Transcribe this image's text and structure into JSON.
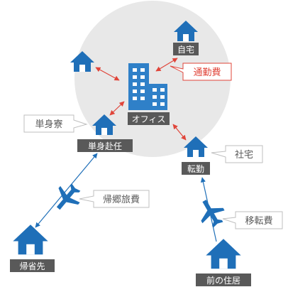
{
  "colors": {
    "house": "#1f6fb8",
    "building": "#2f80c8",
    "circle": "#e8e8e8",
    "label_bg": "#595959",
    "label_text": "#ffffff",
    "callout_border": "#bfbfbf",
    "callout_text": "#595959",
    "accent_red": "#e0453a",
    "arrow_blue": "#1f6fb8"
  },
  "labels": {
    "home": "自宅",
    "office": "オフィス",
    "single_assignment": "単身赴任",
    "transfer": "転勤",
    "return_home_destination": "帰省先",
    "previous_residence": "前の住居"
  },
  "callouts": {
    "commute_cost": "通勤費",
    "single_dorm": "単身寮",
    "company_housing": "社宅",
    "homecoming_travel_cost": "帰郷旅費",
    "relocation_cost": "移転費"
  },
  "icons": {
    "house": "house-icon",
    "office_building": "office-building-icon",
    "airplane": "airplane-icon"
  }
}
